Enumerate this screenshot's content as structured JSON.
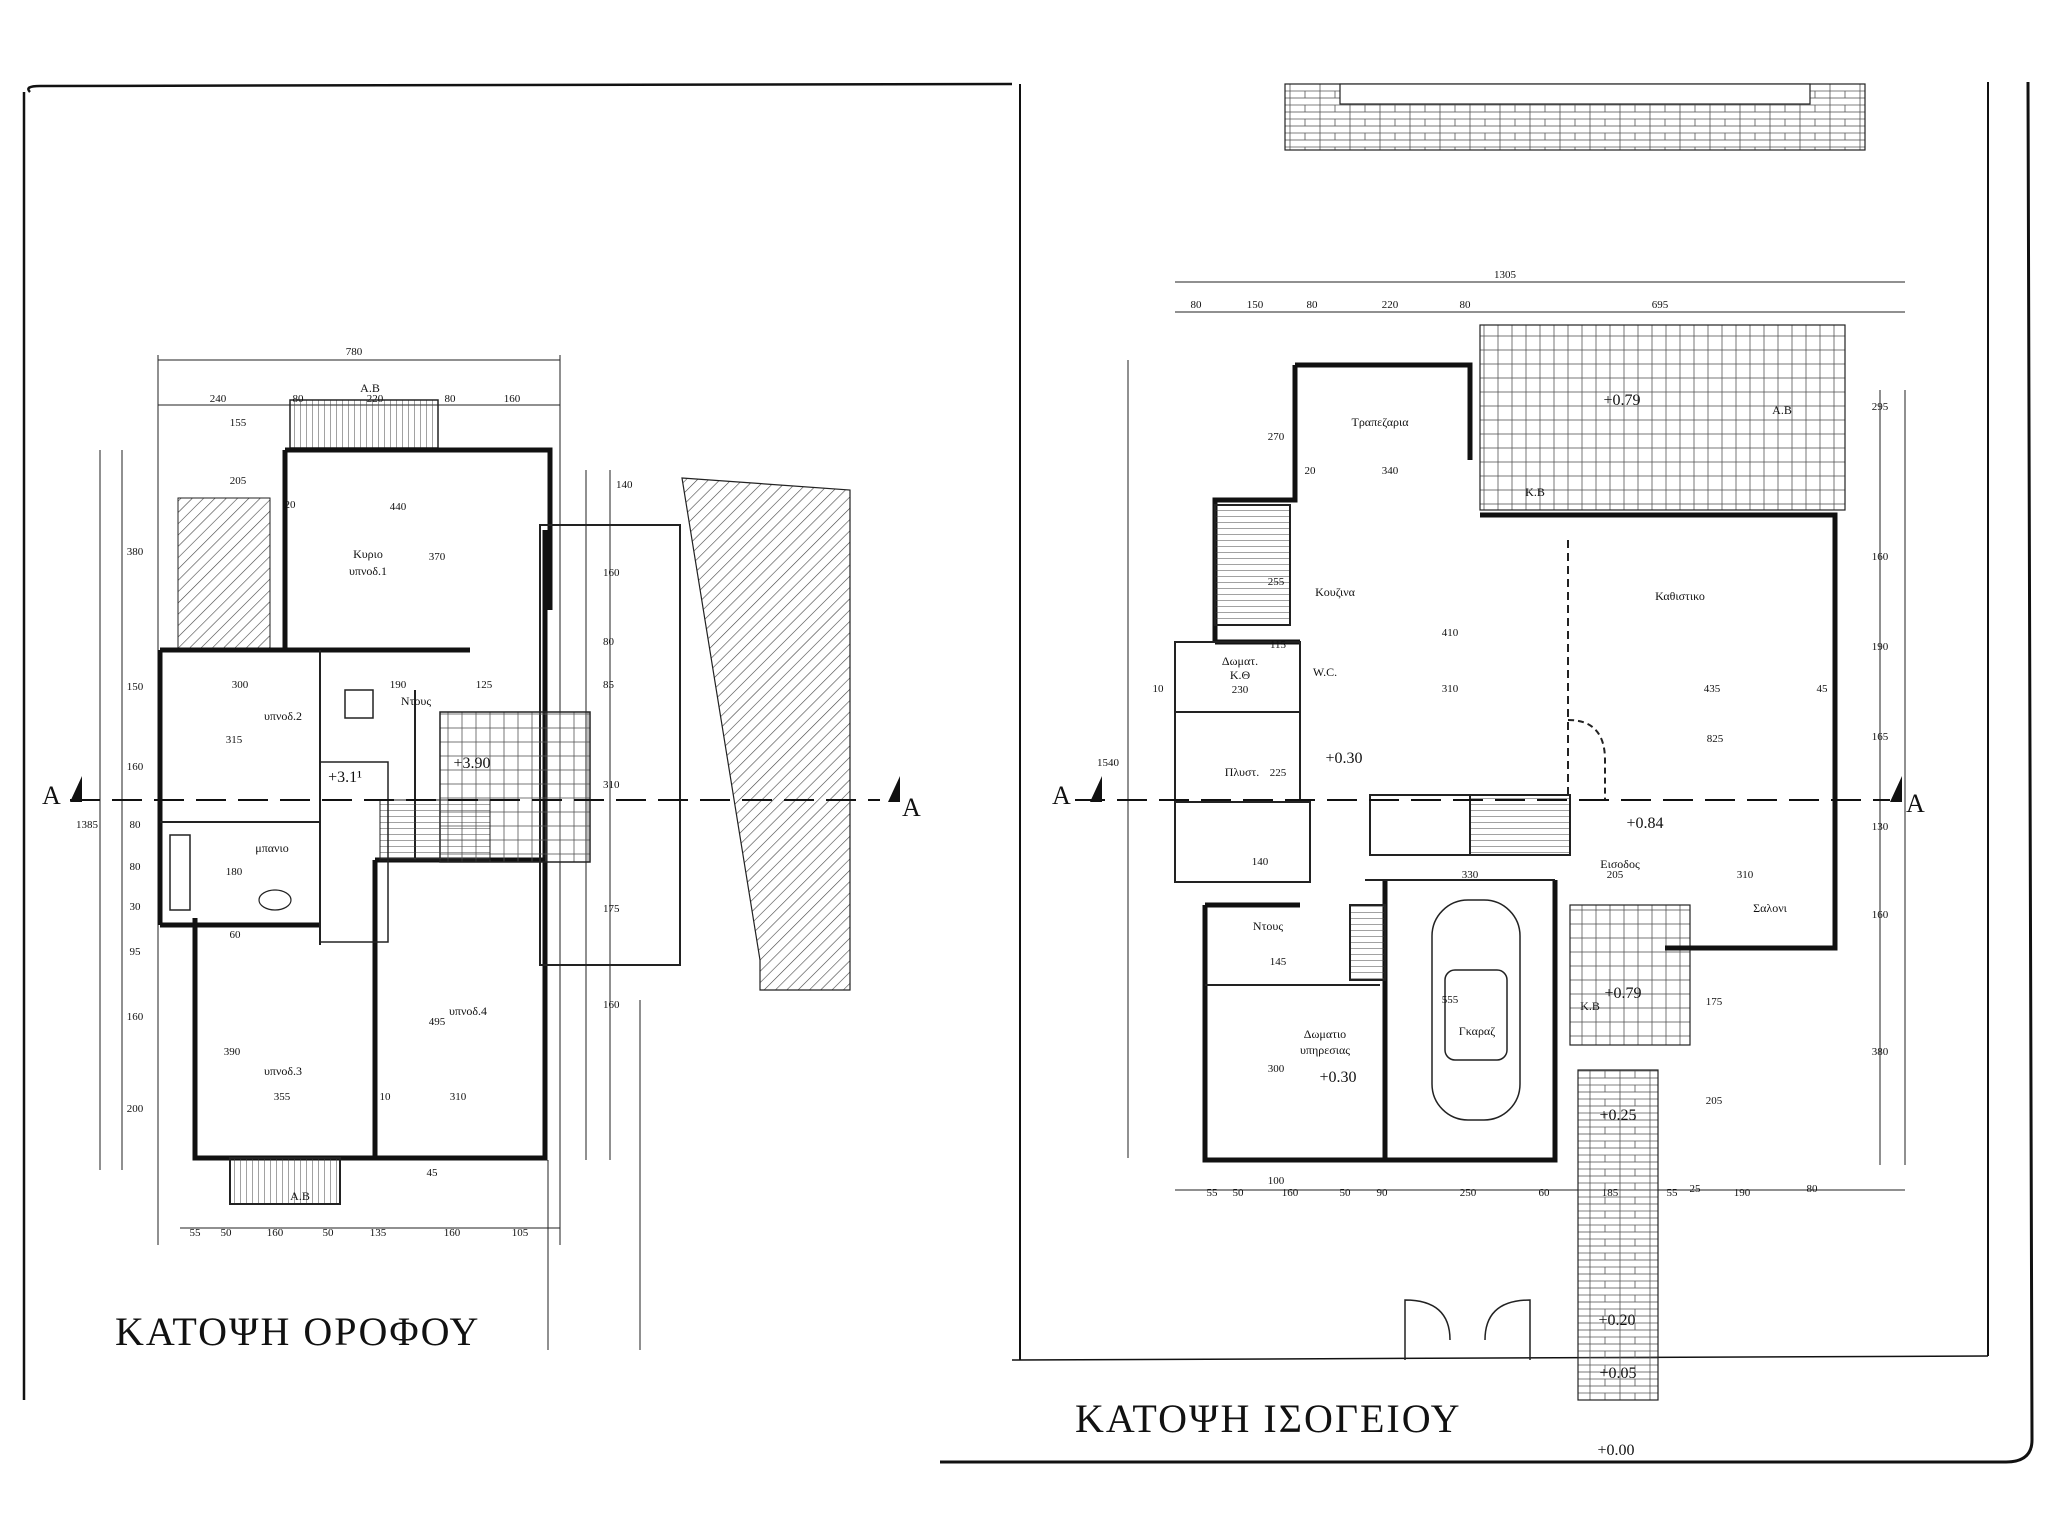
{
  "upper_floor": {
    "title": "ΚΑΤΟΨΗ ΟΡΟΦΟΥ",
    "rooms": {
      "master_bedroom_l1": "Κυριο",
      "master_bedroom_l2": "υπνοδ.1",
      "bedroom2": "υπνοδ.2",
      "bedroom3": "υπνοδ.3",
      "bedroom4": "υπνοδ.4",
      "bathroom": "μπανιο",
      "shower": "Ντους",
      "balcony": "Α.Β"
    },
    "levels": {
      "stair": "+3.1¹",
      "landing": "+3.90"
    },
    "dimensions": {
      "total_width": "780",
      "total_height": "1385",
      "top_row": [
        "240",
        "80",
        "220",
        "80",
        "160"
      ],
      "bottom_row": [
        "55",
        "50",
        "160",
        "50",
        "135",
        "160",
        "105"
      ],
      "left_col": [
        "380",
        "150",
        "160",
        "80",
        "80",
        "30",
        "95",
        "160",
        "200"
      ],
      "right_col": [
        "140",
        "160",
        "80",
        "85",
        "310",
        "175",
        "160"
      ],
      "interior": [
        "155",
        "205",
        "440",
        "370",
        "300",
        "315",
        "190",
        "125",
        "180",
        "390",
        "355",
        "495",
        "310",
        "45",
        "60",
        "20",
        "10"
      ]
    },
    "section_marker": "A"
  },
  "ground_floor": {
    "title": "ΚΑΤΟΨΗ ΙΣΟΓΕΙΟΥ",
    "rooms": {
      "dining": "Τραπεζαρια",
      "kitchen": "Κουζινα",
      "living": "Καθιστικο",
      "lounge": "Σαλονι",
      "garage": "Γκαραζ",
      "service_room_l1": "Δωματιο",
      "service_room_l2": "υπηρεσιας",
      "wc": "W.C.",
      "boiler_l1": "Δωματ.",
      "boiler_l2": "Κ.Θ",
      "laundry": "Πλυστ.",
      "entrance": "Εισοδος",
      "shower": "Ντους",
      "balcony": "Α.Β",
      "flowerbed": "Κ.Β"
    },
    "levels": {
      "dining_terrace": "+0.79",
      "hall": "+0.30",
      "living": "+0.84",
      "entry_porch": "+0.79",
      "service_room": "+0.30",
      "walkway": "+0.25",
      "gate": "+0.20",
      "step": "+0.05",
      "street": "+0.00"
    },
    "dimensions": {
      "total_width": "1305",
      "total_height": "1540",
      "top_row": [
        "80",
        "150",
        "80",
        "220",
        "80",
        "695"
      ],
      "bottom_row": [
        "55",
        "50",
        "160",
        "50",
        "90",
        "250",
        "60",
        "185",
        "55",
        "25",
        "190",
        "80"
      ],
      "right_col": [
        "295",
        "160",
        "190",
        "165",
        "130",
        "160",
        "380"
      ],
      "interior": [
        "270",
        "340",
        "255",
        "410",
        "310",
        "435",
        "825",
        "330",
        "205",
        "310",
        "555",
        "300",
        "175",
        "205",
        "145",
        "140",
        "230",
        "115",
        "225",
        "100",
        "20",
        "45",
        "10"
      ]
    },
    "section_marker": "A"
  }
}
